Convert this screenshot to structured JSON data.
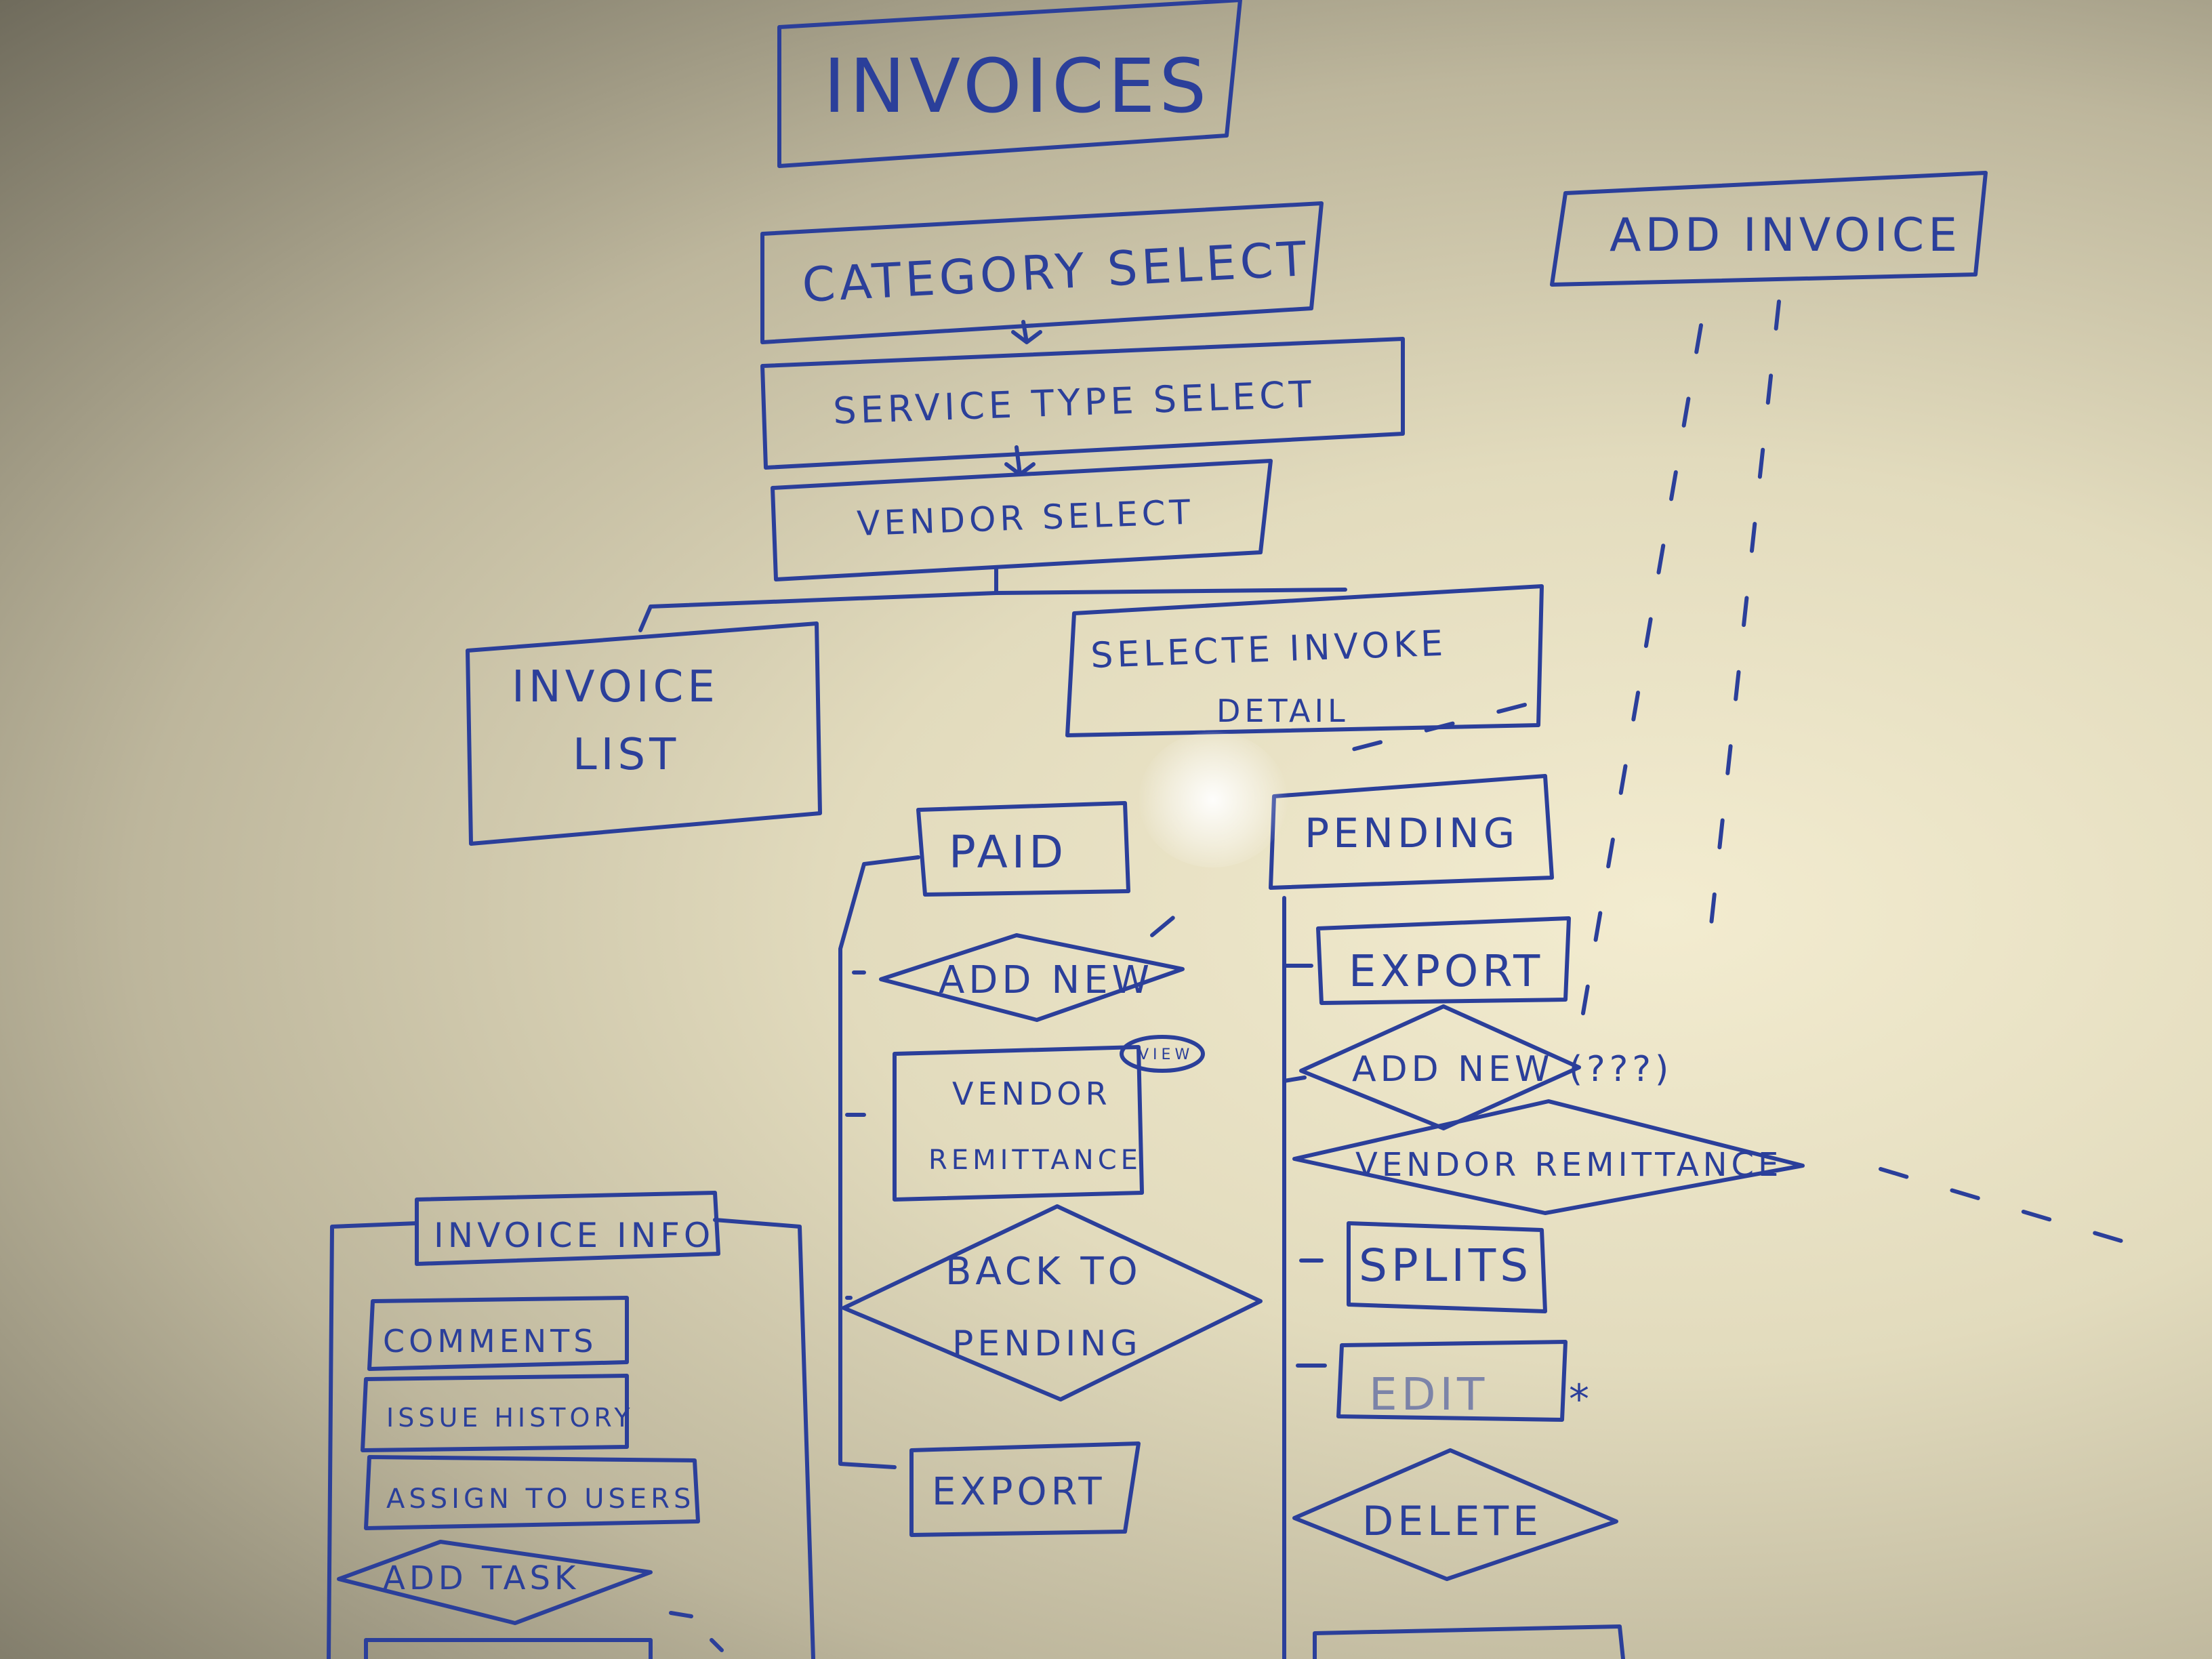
{
  "colors": {
    "ink": "#2b3f9a",
    "board": "#e8e1c3"
  },
  "title": "INVOICES",
  "add_invoice": "ADD INVOICE",
  "category_select": "CATEGORY SELECT",
  "service_type_select": "SERVICE TYPE SELECT",
  "vendor_select": "VENDOR SELECT",
  "invoice_list": [
    "INVOICE",
    "LIST"
  ],
  "selected_detail": [
    "SELECTE INVOKE",
    "DETAIL"
  ],
  "paid": {
    "label": "PAID",
    "add_new": "ADD NEW",
    "vendor_remittance": [
      "VENDOR",
      "REMITTANCE"
    ],
    "view_badge": "VIEW",
    "back_to_pending": [
      "BACK TO",
      "PENDING"
    ],
    "export": "EXPORT"
  },
  "pending": {
    "label": "PENDING",
    "export": "EXPORT",
    "add_new": "ADD NEW (???)",
    "vendor_remittance": "VENDOR REMITTANCE",
    "splits": "SPLITS",
    "edit": "EDIT",
    "edit_mark": "*",
    "delete": "DELETE"
  },
  "invoice_info": {
    "label": "INVOICE INFO",
    "comments": "COMMENTS",
    "issue_history": "ISSUE HISTORY",
    "assign_to_users": "ASSIGN TO USERS",
    "add_task": "ADD TASK"
  }
}
